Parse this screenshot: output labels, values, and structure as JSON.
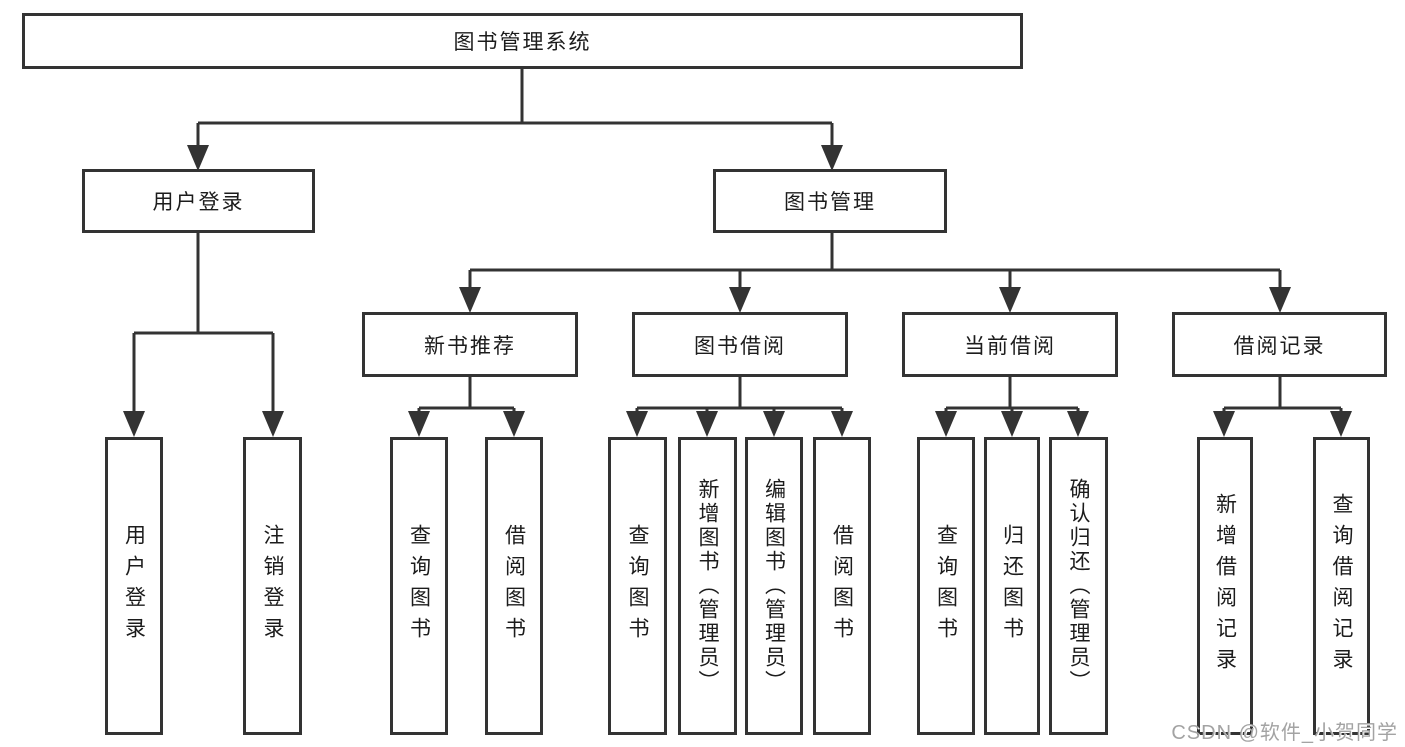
{
  "diagram": {
    "type": "tree",
    "root": {
      "label": "图书管理系统",
      "children": [
        {
          "label": "用户登录",
          "children": [
            {
              "label": "用户登录"
            },
            {
              "label": "注销登录"
            }
          ]
        },
        {
          "label": "图书管理",
          "children": [
            {
              "label": "新书推荐",
              "children": [
                {
                  "label": "查询图书"
                },
                {
                  "label": "借阅图书"
                }
              ]
            },
            {
              "label": "图书借阅",
              "children": [
                {
                  "label": "查询图书"
                },
                {
                  "label": "新增图书（管理员）"
                },
                {
                  "label": "编辑图书（管理员）"
                },
                {
                  "label": "借阅图书"
                }
              ]
            },
            {
              "label": "当前借阅",
              "children": [
                {
                  "label": "查询图书"
                },
                {
                  "label": "归还图书"
                },
                {
                  "label": "确认归还（管理员）"
                }
              ]
            },
            {
              "label": "借阅记录",
              "children": [
                {
                  "label": "新增借阅记录"
                },
                {
                  "label": "查询借阅记录"
                }
              ]
            }
          ]
        }
      ]
    }
  },
  "watermark": "CSDN @软件_小贺同学",
  "colors": {
    "line": "#333333",
    "text": "#1c1c1c",
    "background": "#ffffff",
    "watermark": "#a3a3a3"
  }
}
